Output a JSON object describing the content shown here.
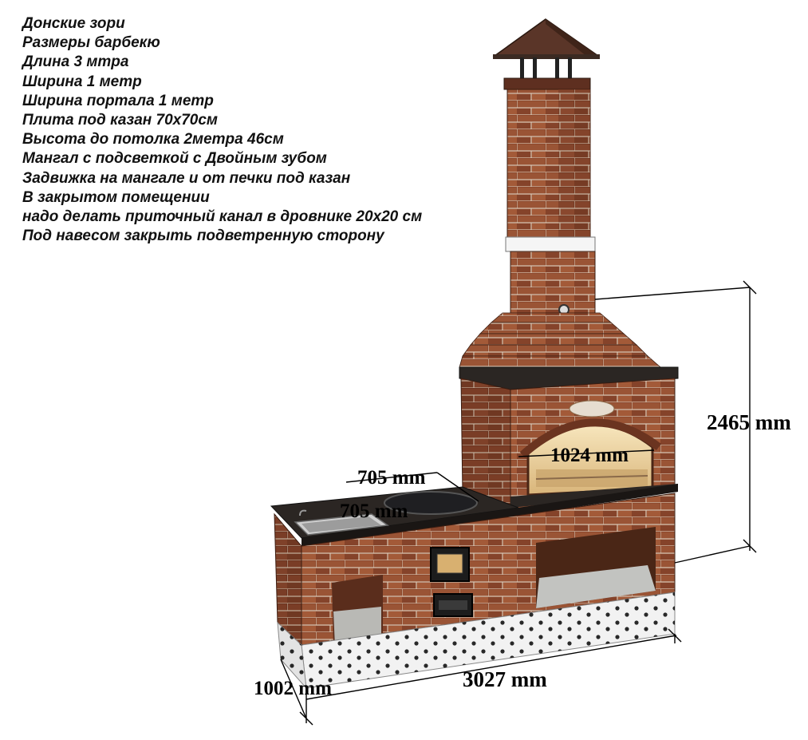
{
  "notes": [
    "Донские зори",
    "Размеры барбекю",
    "Длина 3 мтра",
    "Ширина 1 метр",
    "Ширина портала 1 метр",
    "Плита под казан 70х70см",
    "Высота до потолка 2метра 46см",
    "Мангал с подсветкой с Двойным зубом",
    "Задвижка на мангале и от печки под казан",
    "В закрытом помещении",
    "надо делать приточный канал в дровнике 20х20 см",
    "Под навесом закрыть подветренную сторону"
  ],
  "dimensions": {
    "height": "2465 mm",
    "portal_width": "1024 mm",
    "plate_depth": "705 mm",
    "plate_width": "705 mm",
    "length": "3027 mm",
    "width": "1002 mm"
  },
  "colors": {
    "brick": "#8e4a2e",
    "brick_dark": "#6b3420",
    "mortar": "#d9c7b4",
    "countertop": "#2b2623",
    "foundation": "#f2f2f2",
    "roof": "#5a3528",
    "firebox_glow": "#f3d9a3"
  }
}
